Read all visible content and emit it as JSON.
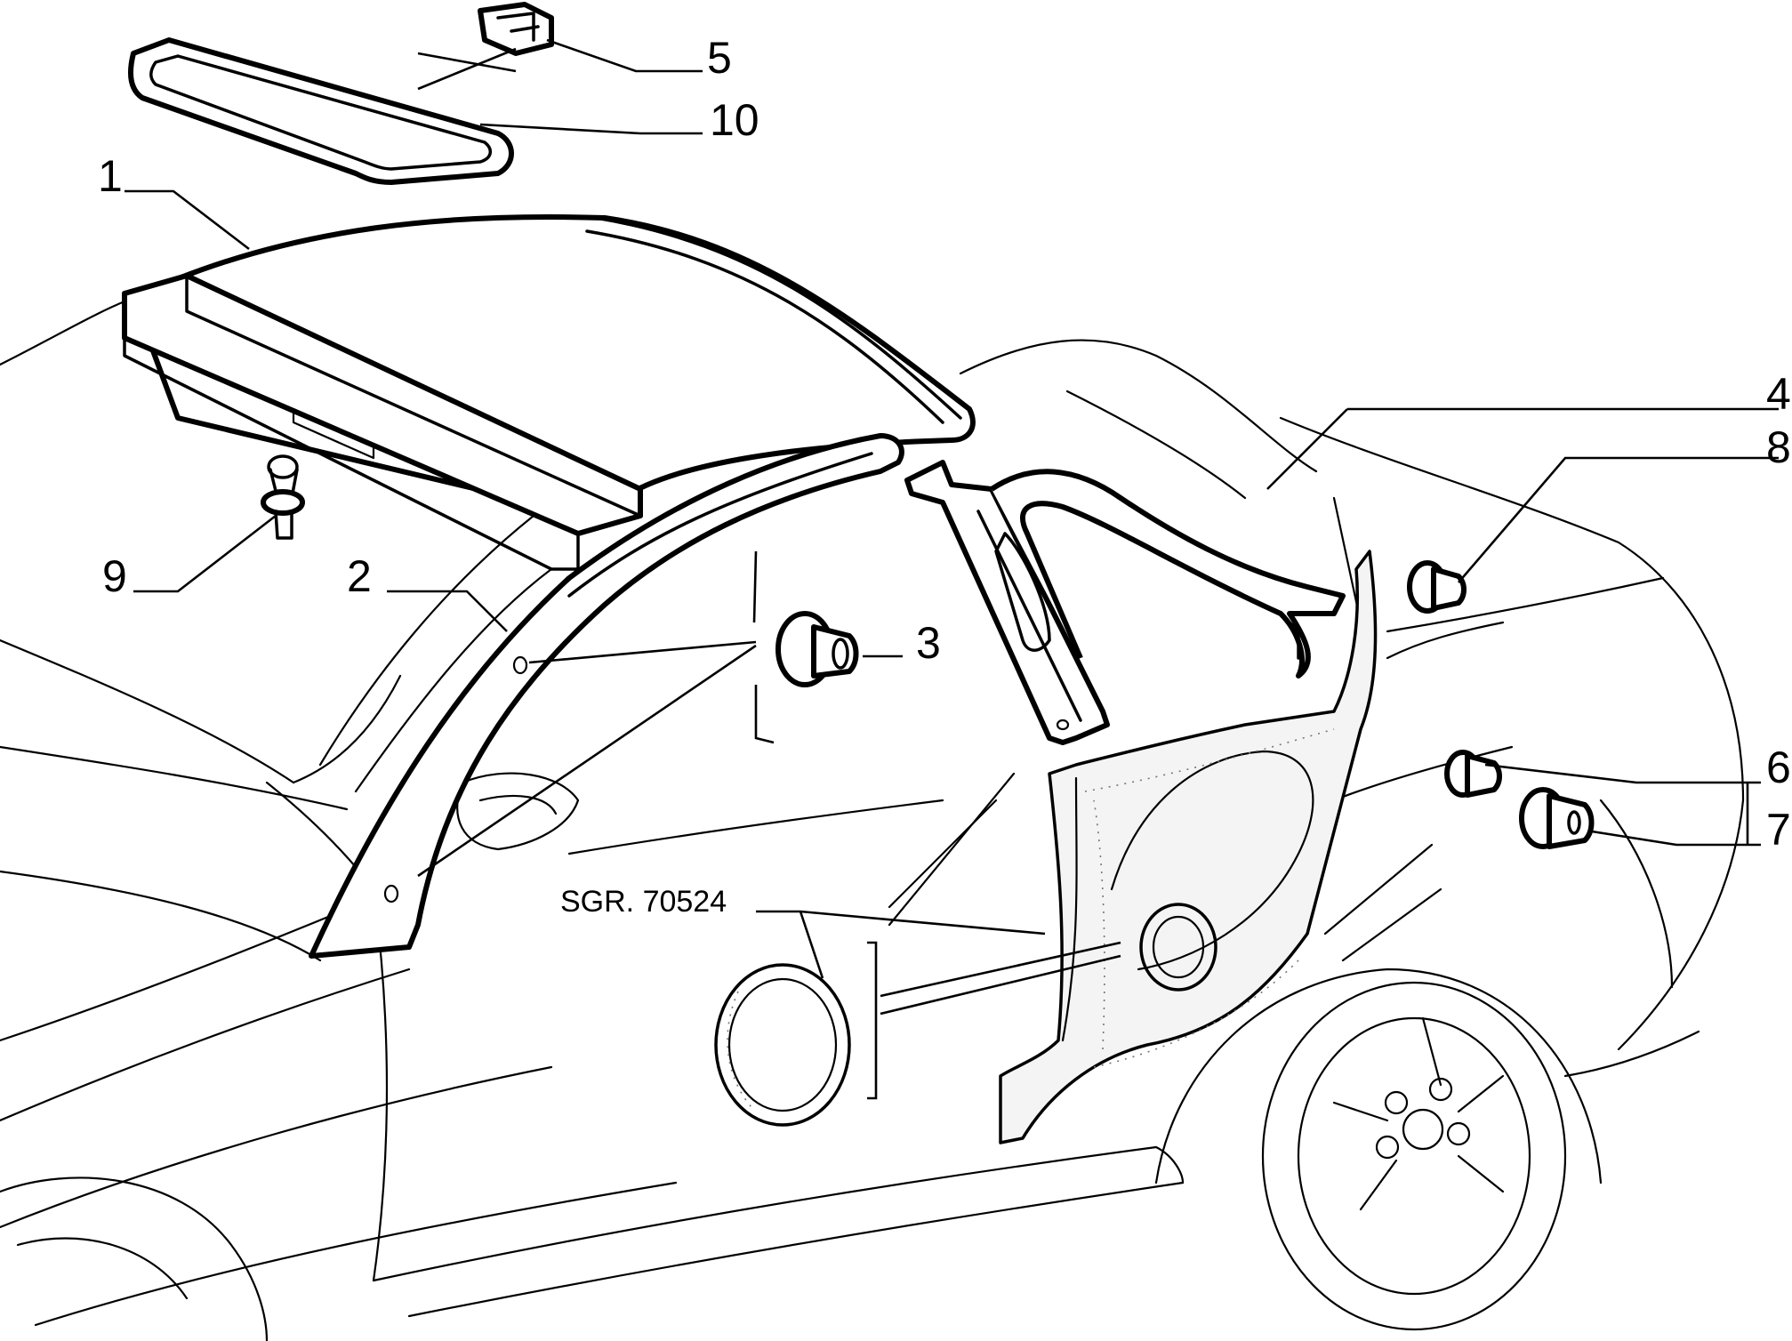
{
  "labels": [
    {
      "id": "1",
      "text": "1"
    },
    {
      "id": "2",
      "text": "2"
    },
    {
      "id": "3",
      "text": "3"
    },
    {
      "id": "4",
      "text": "4"
    },
    {
      "id": "5",
      "text": "5"
    },
    {
      "id": "6",
      "text": "6"
    },
    {
      "id": "7",
      "text": "7"
    },
    {
      "id": "8",
      "text": "8"
    },
    {
      "id": "9",
      "text": "9"
    },
    {
      "id": "10",
      "text": "10"
    }
  ],
  "reference": {
    "text": "SGR. 70524"
  }
}
